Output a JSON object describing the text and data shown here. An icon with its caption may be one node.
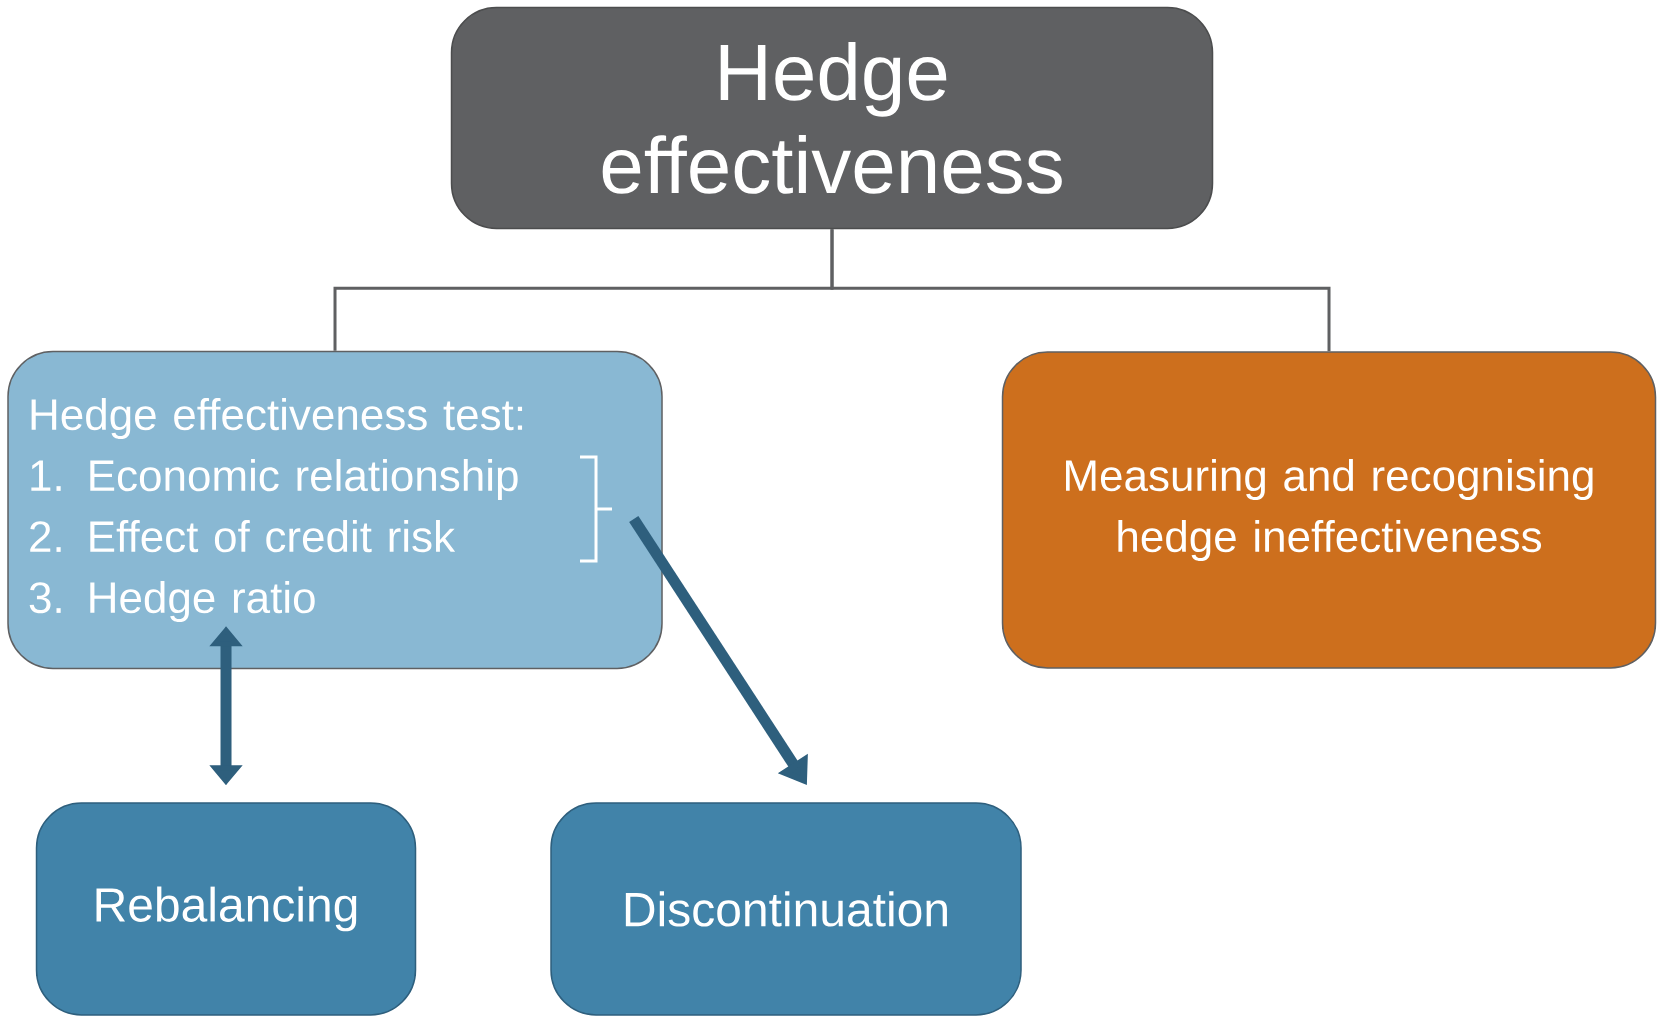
{
  "diagram": {
    "nodes": [
      {
        "text": [
          "Hedge effectiveness"
        ]
      },
      {
        "text": [
          "Hedge effectiveness test:",
          "1. Economic relationship",
          "2. Effect of credit risk",
          "3. Hedge ratio"
        ]
      },
      {
        "text": [
          "Measuring and recognising hedge ineffectiveness"
        ]
      },
      {
        "text": [
          "Rebalancing"
        ]
      },
      {
        "text": [
          "Discontinuation"
        ]
      }
    ],
    "edges": [
      {
        "from": 0,
        "to": 1,
        "arrow": "none"
      },
      {
        "from": 0,
        "to": 2,
        "arrow": "none"
      },
      {
        "from": 1,
        "to": 3,
        "arrow": "both",
        "style": "thick",
        "color": "#2e5f7d"
      },
      {
        "from": 1,
        "to": 4,
        "arrow": "to",
        "style": "thick",
        "color": "#2e5f7d"
      }
    ]
  }
}
